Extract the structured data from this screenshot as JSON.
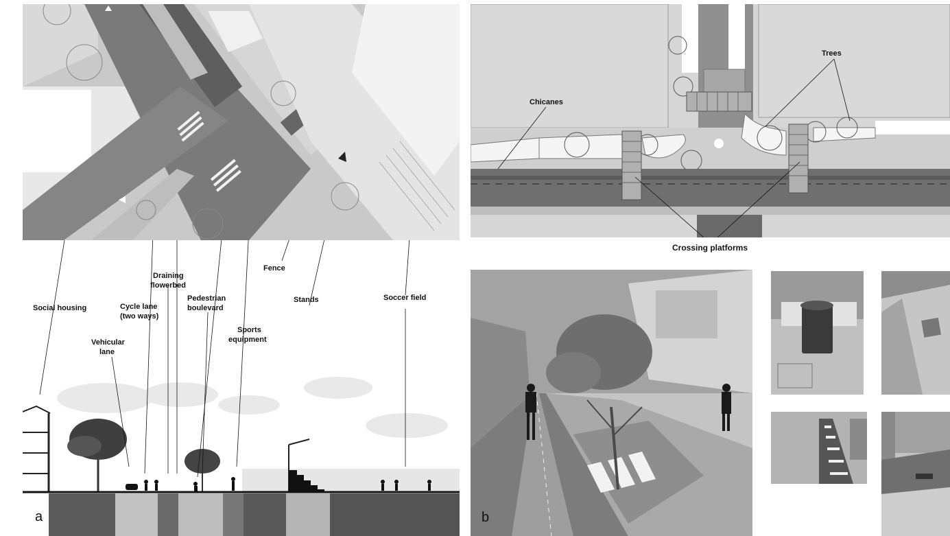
{
  "panel_a": {
    "letter": "a",
    "labels": {
      "social_housing": "Social housing",
      "vehicular_lane_1": "Vehicular",
      "vehicular_lane_2": "lane",
      "cycle_lane_1": "Cycle lane",
      "cycle_lane_2": "(two ways)",
      "draining_flowerbed_1": "Draining",
      "draining_flowerbed_2": "flowerbed",
      "pedestrian_boulevard_1": "Pedestrian",
      "pedestrian_boulevard_2": "boulevard",
      "sports_equipment_1": "Sports",
      "sports_equipment_2": "equipment",
      "fence": "Fence",
      "stands": "Stands",
      "soccer_field": "Soccer field"
    }
  },
  "panel_b": {
    "letter": "b",
    "labels": {
      "chicanes": "Chicanes",
      "trees": "Trees",
      "crossing_platforms": "Crossing platforms"
    }
  },
  "colors": {
    "road": "#6f6f6f",
    "sidewalk": "#c7c7c7",
    "block": "#dedede",
    "soil": "#5a5a5a"
  }
}
